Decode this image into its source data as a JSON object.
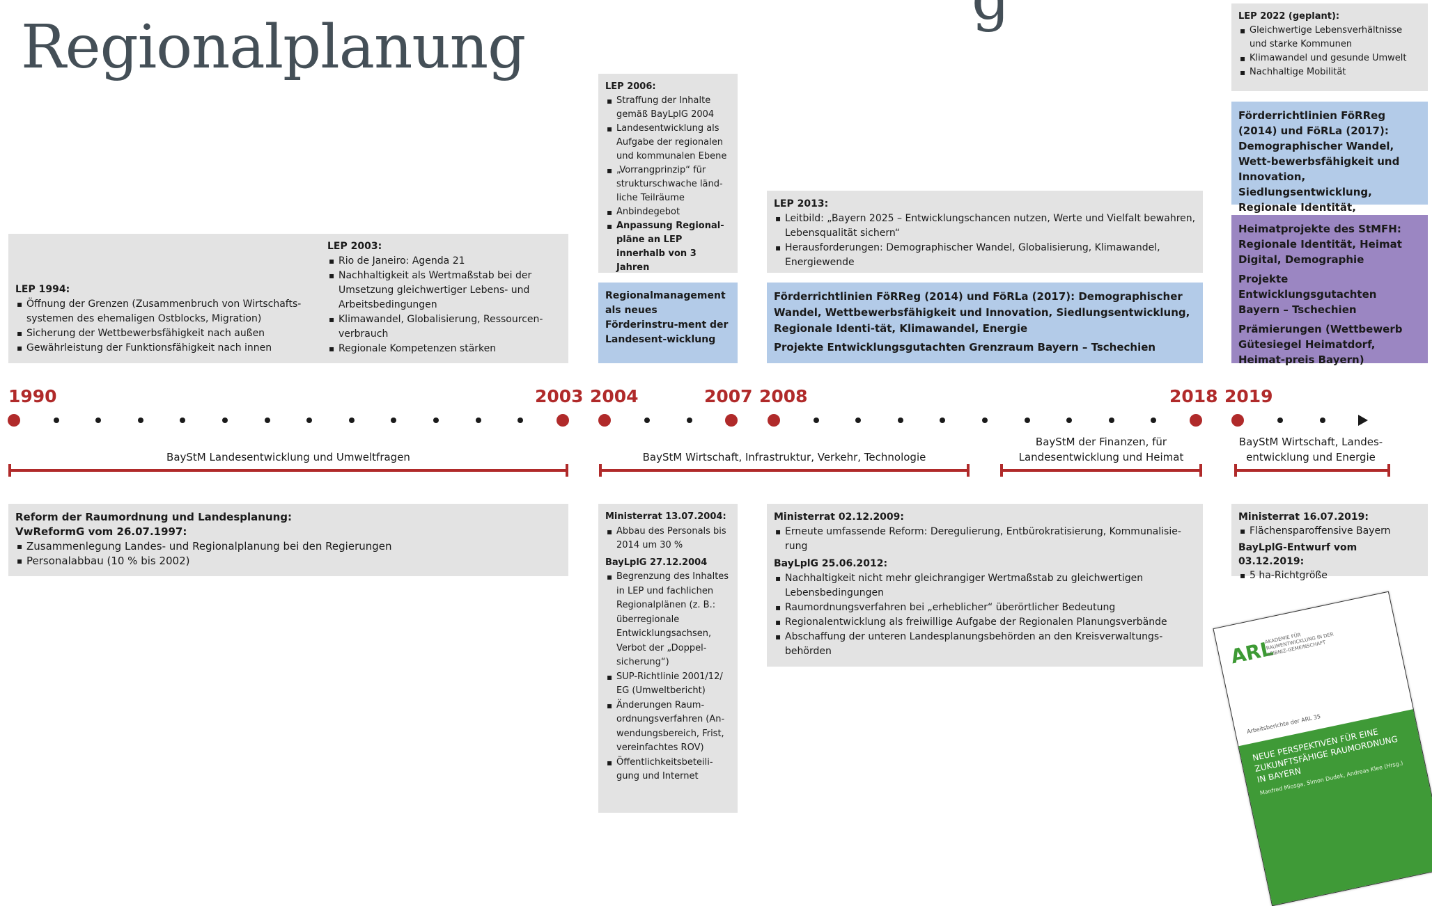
{
  "title": "Regionalplanung",
  "title_cut": "g",
  "colors": {
    "red": "#b02a2a",
    "gray_box": "#e3e3e3",
    "blue_box": "#b3cbe8",
    "purple_box": "#9b86c2",
    "title": "#444f57",
    "cover_green": "#3f9a37"
  },
  "top_boxes": {
    "lep1994": {
      "heading": "LEP 1994:",
      "items": [
        "Öffnung der Grenzen (Zusammenbruch von Wirtschafts-systemen des ehemaligen Ostblocks, Migration)",
        "Sicherung der Wettbewerbsfähigkeit nach außen",
        "Gewährleistung der Funktionsfähigkeit nach innen"
      ]
    },
    "lep2003": {
      "heading": "LEP 2003:",
      "items": [
        "Rio de Janeiro: Agenda 21",
        "Nachhaltigkeit als Wertmaßstab bei der Umsetzung gleichwertiger Lebens- und Arbeitsbedingungen",
        "Klimawandel, Globalisierung, Ressourcen-verbrauch",
        "Regionale Kompetenzen stärken"
      ]
    },
    "lep2006": {
      "heading": "LEP 2006:",
      "items": [
        "Straffung der Inhalte gemäß BayLplG 2004",
        "Landesentwicklung als Aufgabe der regionalen und kommunalen Ebene",
        "„Vorrangprinzip“ für strukturschwache länd-liche Teilräume",
        "Anbindegebot"
      ],
      "bold_item": "Anpassung Regional-pläne an LEP innerhalb von 3 Jahren"
    },
    "regionalmanagement": {
      "text": "Regionalmanagement als neues Förderinstru-ment der Landesent-wicklung"
    },
    "lep2013": {
      "heading": "LEP 2013:",
      "items": [
        "Leitbild: „Bayern 2025 – Entwicklungschancen nutzen, Werte und Vielfalt bewahren, Lebensqualität sichern“",
        "Herausforderungen: Demographischer Wandel, Globalisierung, Klimawandel, Energiewende"
      ]
    },
    "foerder_mid": {
      "line1": "Förderrichtlinien FöRReg (2014) und FöRLa (2017): Demographischer Wandel, Wettbewerbsfähigkeit und Innovation, Siedlungsentwicklung, Regionale Identi-tät, Klimawandel, Energie",
      "line2": "Projekte Entwicklungsgutachten Grenzraum Bayern – Tschechien"
    },
    "lep2022": {
      "heading": "LEP 2022 (geplant):",
      "items": [
        "Gleichwertige Lebensverhältnisse und starke Kommunen",
        "Klimawandel und gesunde Umwelt",
        "Nachhaltige Mobilität"
      ]
    },
    "foerder_right": {
      "heading": "Förderrichtlinien FöRReg (2014) und FöRLa (2017):",
      "text": "Demographischer Wandel, Wett-bewerbsfähigkeit und Innovation, Siedlungsentwicklung, Regionale Identität, Klimawandel, Energie"
    },
    "heimat": {
      "p1": "Heimatprojekte des StMFH: Regionale Identität, Heimat Digital, Demographie",
      "p2": "Projekte Entwicklungsgutachten Bayern – Tschechien",
      "p3": "Prämierungen (Wettbewerb Gütesiegel Heimatdorf, Heimat-preis Bayern)"
    }
  },
  "timeline": {
    "years": [
      "1990",
      "2003",
      "2004",
      "2007",
      "2008",
      "2018",
      "2019"
    ],
    "ministries": [
      "BayStM Landesentwicklung und Umweltfragen",
      "BayStM Wirtschaft, Infrastruktur, Verkehr, Technologie",
      "BayStM der Finanzen, für Landesentwicklung und Heimat",
      "BayStM Wirtschaft, Landes-entwicklung und Energie"
    ]
  },
  "bottom_boxes": {
    "reform": {
      "heading1": "Reform der Raumordnung und Landesplanung:",
      "heading2": "VwReformG vom 26.07.1997:",
      "items": [
        "Zusammenlegung Landes- und Regionalplanung bei den Regierungen",
        "Personalabbau (10 % bis 2002)"
      ]
    },
    "mr2004": {
      "heading": "Ministerrat 13.07.2004:",
      "items": [
        "Abbau des Personals bis 2014 um 30 %"
      ],
      "heading2": "BayLplG 27.12.2004",
      "items2": [
        "Begrenzung des Inhaltes in LEP und fachlichen Regionalplänen (z. B.: überregionale Entwicklungsachsen, Verbot der „Doppel-sicherung“)",
        "SUP-Richtlinie 2001/12/ EG (Umweltbericht)",
        "Änderungen Raum-ordnungsverfahren (An-wendungsbereich, Frist, vereinfachtes ROV)",
        "Öffentlichkeitsbeteili-gung und Internet"
      ]
    },
    "mr2009": {
      "heading": "Ministerrat 02.12.2009:",
      "items": [
        "Erneute umfassende Reform: Deregulierung, Entbürokratisierung, Kommunalisie-rung"
      ],
      "heading2": "BayLplG 25.06.2012:",
      "items2": [
        "Nachhaltigkeit nicht mehr gleichrangiger Wertmaßstab zu gleichwertigen Lebensbedingungen",
        "Raumordnungsverfahren bei „erheblicher“ überörtlicher Bedeutung",
        "Regionalentwicklung als freiwillige Aufgabe der Regionalen Planungsverbände",
        "Abschaffung der unteren Landesplanungsbehörden an den Kreisverwaltungs-behörden"
      ]
    },
    "mr2019": {
      "heading": "Ministerrat 16.07.2019:",
      "items": [
        "Flächensparoffensive Bayern"
      ],
      "heading2": "BayLplG-Entwurf vom 03.12.2019:",
      "items2": [
        "5 ha-Richtgröße"
      ]
    }
  },
  "cover": {
    "logo": "ARL",
    "logo_sub": "AKADEMIE FÜR RAUMENTWICKLUNG IN DER LEIBNIZ-GEMEINSCHAFT",
    "series": "Arbeitsberichte der ARL 35",
    "title": "NEUE PERSPEKTIVEN FÜR EINE ZUKUNFTSFÄHIGE RAUMORDNUNG IN BAYERN",
    "authors": "Manfred Miosga, Simon Dudek, Andreas Klee (Hrsg.)"
  }
}
